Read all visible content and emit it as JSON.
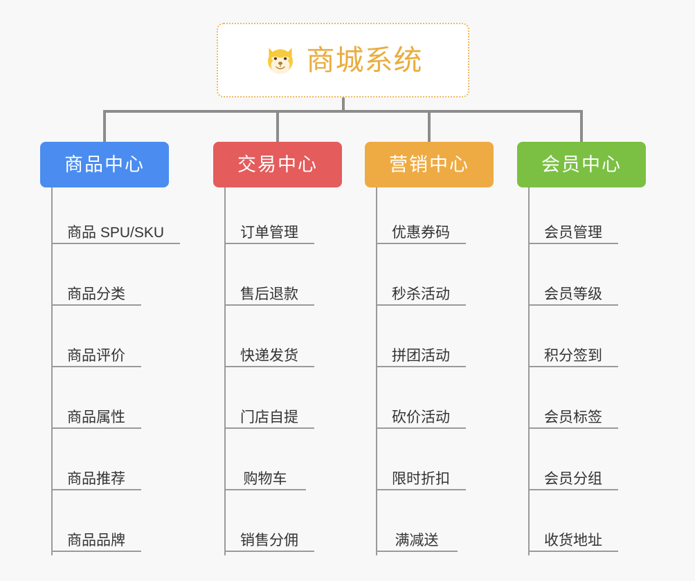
{
  "page": {
    "background_color": "#f8f8f8",
    "line_color": "#8c8c8c"
  },
  "root": {
    "title": "商城系统",
    "icon": "shiba-dog-face-icon",
    "text_color": "#e9ad3e",
    "border_color": "#eeb75a",
    "background_color": "#ffffff"
  },
  "categories": [
    {
      "label": "商品中心",
      "color": "#4a8cf0",
      "items": [
        "商品 SPU/SKU",
        "商品分类",
        "商品评价",
        "商品属性",
        "商品推荐",
        "商品品牌"
      ]
    },
    {
      "label": "交易中心",
      "color": "#e45c5c",
      "items": [
        "订单管理",
        "售后退款",
        "快递发货",
        "门店自提",
        "购物车",
        "销售分佣"
      ]
    },
    {
      "label": "营销中心",
      "color": "#eeab43",
      "items": [
        "优惠券码",
        "秒杀活动",
        "拼团活动",
        "砍价活动",
        "限时折扣",
        "满减送"
      ]
    },
    {
      "label": "会员中心",
      "color": "#7bc043",
      "items": [
        "会员管理",
        "会员等级",
        "积分签到",
        "会员标签",
        "会员分组",
        "收货地址"
      ]
    }
  ],
  "chart_data": {
    "type": "tree",
    "title": "商城系统",
    "root": "商城系统",
    "levels": 3,
    "branch_count": 4,
    "leaves_per_branch": 6,
    "branches": [
      {
        "name": "商品中心",
        "color": "#4a8cf0",
        "children": [
          "商品 SPU/SKU",
          "商品分类",
          "商品评价",
          "商品属性",
          "商品推荐",
          "商品品牌"
        ]
      },
      {
        "name": "交易中心",
        "color": "#e45c5c",
        "children": [
          "订单管理",
          "售后退款",
          "快递发货",
          "门店自提",
          "购物车",
          "销售分佣"
        ]
      },
      {
        "name": "营销中心",
        "color": "#eeab43",
        "children": [
          "优惠券码",
          "秒杀活动",
          "拼团活动",
          "砍价活动",
          "限时折扣",
          "满减送"
        ]
      },
      {
        "name": "会员中心",
        "color": "#7bc043",
        "children": [
          "会员管理",
          "会员等级",
          "积分签到",
          "会员标签",
          "会员分组",
          "收货地址"
        ]
      }
    ]
  }
}
